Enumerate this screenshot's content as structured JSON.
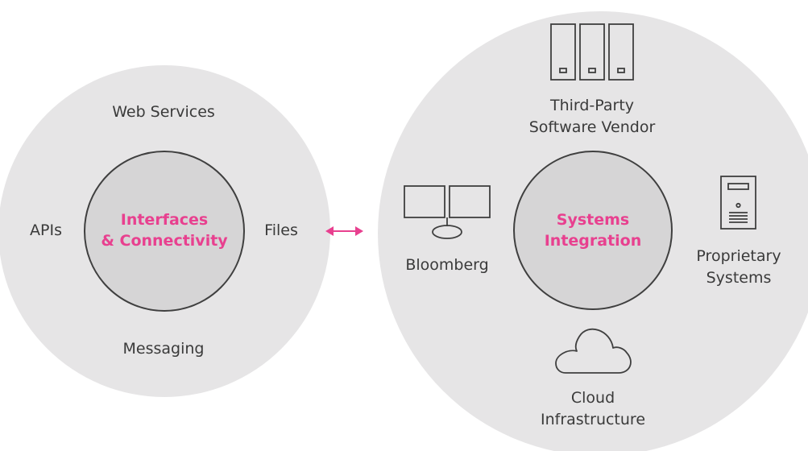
{
  "colors": {
    "outer_circle_fill": "#e6e5e6",
    "inner_circle_fill": "#d6d5d6",
    "inner_circle_stroke": "#3f3f3f",
    "accent": "#e8408f",
    "icon_stroke": "#3f3f3f",
    "text": "#3a3a3a"
  },
  "left_group": {
    "center_label": [
      "Interfaces",
      "& Connectivity"
    ],
    "top_label": "Web Services",
    "left_label": "APIs",
    "right_label": "Files",
    "bottom_label": "Messaging"
  },
  "right_group": {
    "center_label": [
      "Systems",
      "Integration"
    ],
    "top_label": [
      "Third-Party",
      "Software Vendor"
    ],
    "left_label": "Bloomberg",
    "right_label": [
      "Proprietary",
      "Systems"
    ],
    "bottom_label": [
      "Cloud",
      "Infrastructure"
    ]
  },
  "connector": {
    "icon": "double-headed-arrow-icon"
  },
  "icons": {
    "third_party": "server-racks-icon",
    "bloomberg": "dual-monitor-icon",
    "proprietary": "server-tower-icon",
    "cloud": "cloud-icon"
  }
}
